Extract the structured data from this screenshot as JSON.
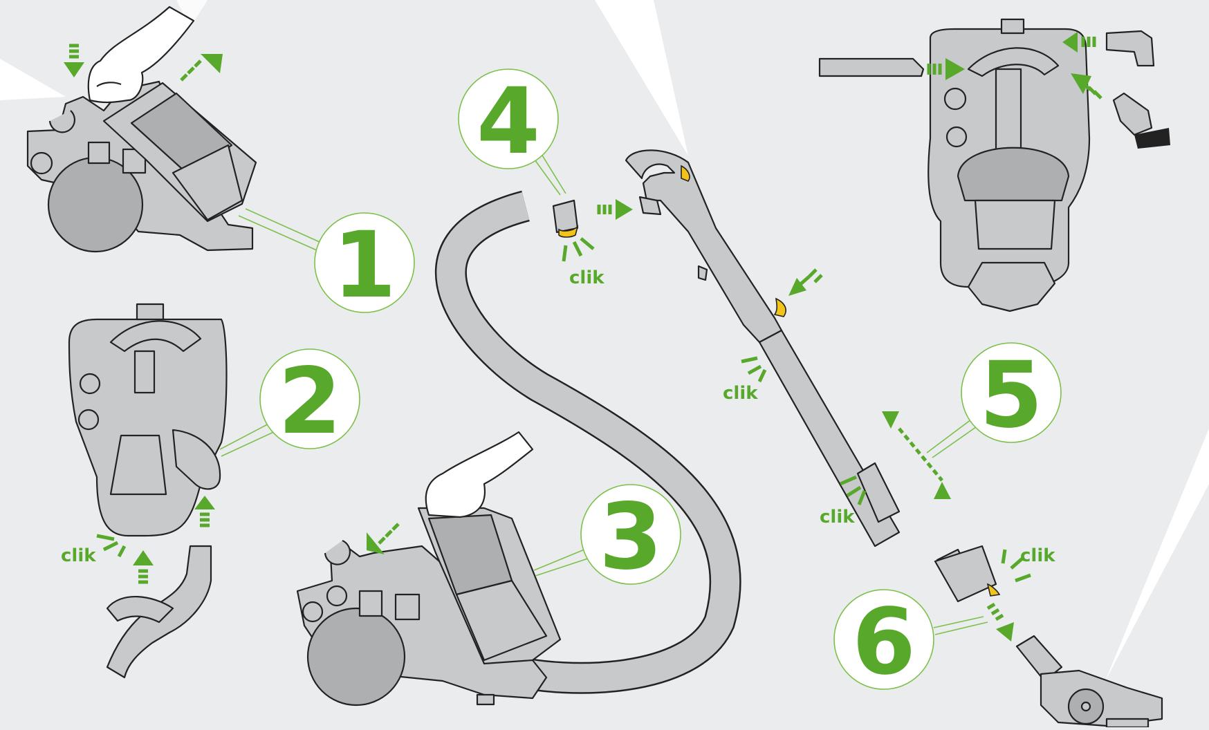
{
  "steps": [
    {
      "number": "1"
    },
    {
      "number": "2"
    },
    {
      "number": "3"
    },
    {
      "number": "4"
    },
    {
      "number": "5"
    },
    {
      "number": "6"
    }
  ],
  "click_label": "clik",
  "colors": {
    "background": "#ebecee",
    "accent_green": "#58a82c",
    "leader_green": "#7cc04a",
    "part_grey": "#c8c9cb",
    "latch_yellow": "#f2c318"
  }
}
